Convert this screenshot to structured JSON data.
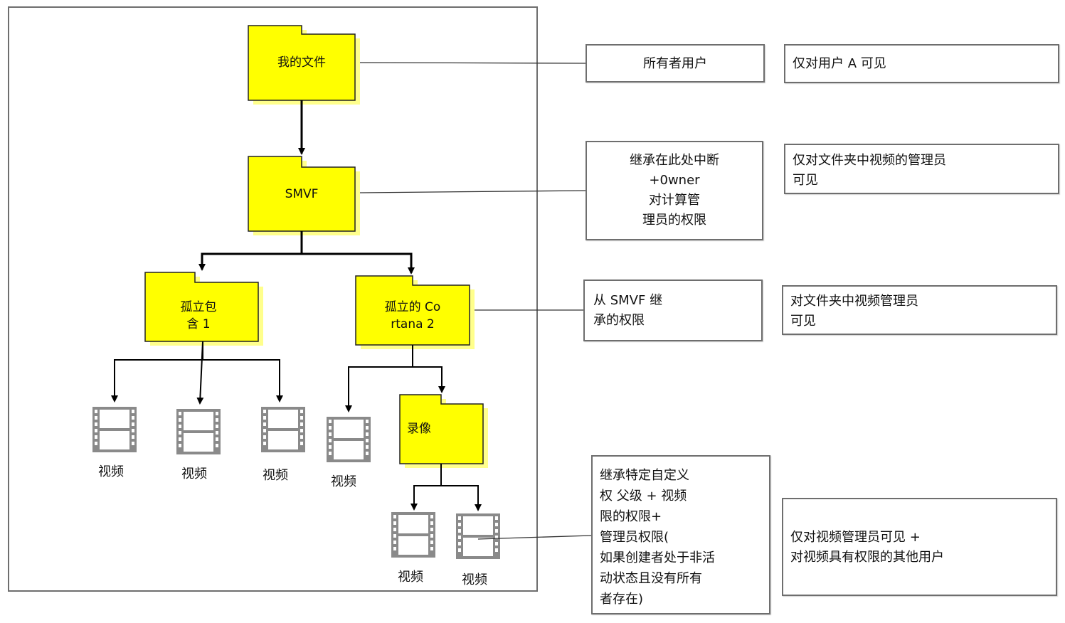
{
  "folders": {
    "my_files": "我的文件",
    "smvf": "SMVF",
    "isolated1": "孤立包\n含 1",
    "isolated2": "孤立的 Co\nrtana 2",
    "recordings": "录像"
  },
  "video_label": "视频",
  "boxes": {
    "owner": "所有者用户",
    "inherit_break": "继承在此处中断\n+0wner\n对计算管\n理员的权限",
    "inherit_smvf": "从 SMVF 继\n承的权限",
    "custom": "继承特定自定义\n权     父级 + 视频\n限的权限+\n管理员权限(\n如果创建者处于非活\n动状态且没有所有\n者存在)"
  },
  "visibility": {
    "user_a": "仅对用户 A 可见",
    "folder_admin": "仅对文件夹中视频的管理员\n可见",
    "folder_admin2": "对文件夹中视频管理员\n可见",
    "video_admin": "仅对视频管理员可见 +\n对视频具有权限的其他用户"
  },
  "colors": {
    "folder": "#ffff00",
    "folder_border": "#222222",
    "film": "#8a8a8a",
    "box_border": "#6e6e6e"
  }
}
